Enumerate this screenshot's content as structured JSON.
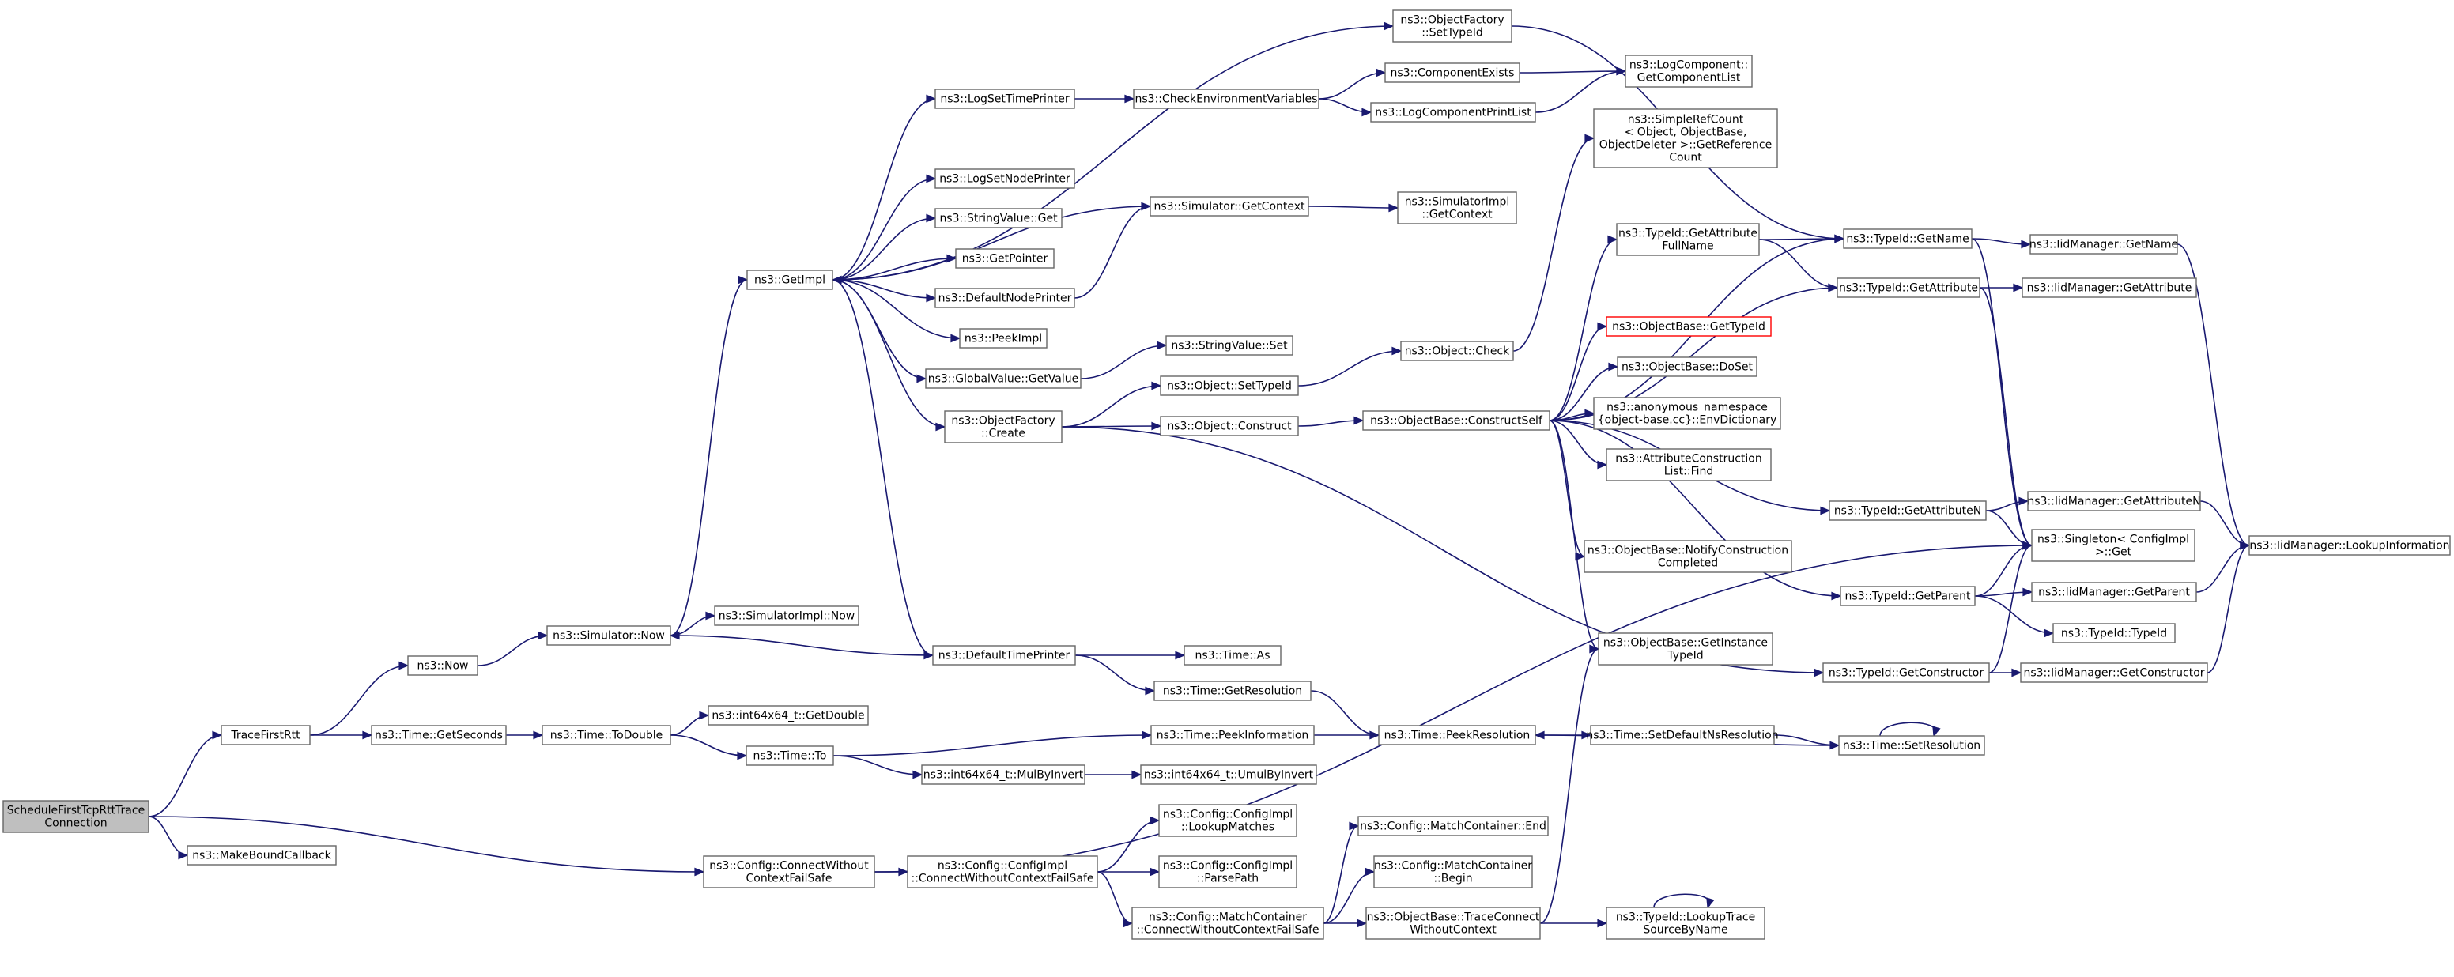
{
  "graph": {
    "title": "",
    "nodes": [
      {
        "id": "root",
        "lines": [
          "ScheduleFirstTcpRttTrace",
          "Connection"
        ],
        "root": true
      },
      {
        "id": "makebound",
        "lines": [
          "ns3::MakeBoundCallback"
        ]
      },
      {
        "id": "tracefirst",
        "lines": [
          "TraceFirstRtt"
        ]
      },
      {
        "id": "ns3now",
        "lines": [
          "ns3::Now"
        ]
      },
      {
        "id": "simnow",
        "lines": [
          "ns3::Simulator::Now"
        ]
      },
      {
        "id": "simimplnow",
        "lines": [
          "ns3::SimulatorImpl::Now"
        ]
      },
      {
        "id": "getimpl",
        "lines": [
          "ns3::GetImpl"
        ]
      },
      {
        "id": "logsettime",
        "lines": [
          "ns3::LogSetTimePrinter"
        ]
      },
      {
        "id": "logsetnode",
        "lines": [
          "ns3::LogSetNodePrinter"
        ]
      },
      {
        "id": "strvalget",
        "lines": [
          "ns3::StringValue::Get"
        ]
      },
      {
        "id": "getpointer",
        "lines": [
          "ns3::GetPointer"
        ]
      },
      {
        "id": "defnode",
        "lines": [
          "ns3::DefaultNodePrinter"
        ]
      },
      {
        "id": "peekimpl",
        "lines": [
          "ns3::PeekImpl"
        ]
      },
      {
        "id": "globalget",
        "lines": [
          "ns3::GlobalValue::GetValue"
        ]
      },
      {
        "id": "objfcreate",
        "lines": [
          "ns3::ObjectFactory",
          "::Create"
        ]
      },
      {
        "id": "deftime",
        "lines": [
          "ns3::DefaultTimePrinter"
        ]
      },
      {
        "id": "objfsettype",
        "lines": [
          "ns3::ObjectFactory",
          "::SetTypeId"
        ]
      },
      {
        "id": "checkenv",
        "lines": [
          "ns3::CheckEnvironmentVariables"
        ]
      },
      {
        "id": "compexists",
        "lines": [
          "ns3::ComponentExists"
        ]
      },
      {
        "id": "logcompprint",
        "lines": [
          "ns3::LogComponentPrintList"
        ]
      },
      {
        "id": "logcompget",
        "lines": [
          "ns3::LogComponent::",
          "GetComponentList"
        ]
      },
      {
        "id": "simgetctx",
        "lines": [
          "ns3::Simulator::GetContext"
        ]
      },
      {
        "id": "simimplgetctx",
        "lines": [
          "ns3::SimulatorImpl",
          "::GetContext"
        ]
      },
      {
        "id": "strvalset",
        "lines": [
          "ns3::StringValue::Set"
        ]
      },
      {
        "id": "objsettype",
        "lines": [
          "ns3::Object::SetTypeId"
        ]
      },
      {
        "id": "objconstruct",
        "lines": [
          "ns3::Object::Construct"
        ]
      },
      {
        "id": "objcheck",
        "lines": [
          "ns3::Object::Check"
        ]
      },
      {
        "id": "simplerefcount",
        "lines": [
          "ns3::SimpleRefCount",
          "< Object, ObjectBase,",
          "ObjectDeleter >::GetReference",
          "Count"
        ]
      },
      {
        "id": "constructself",
        "lines": [
          "ns3::ObjectBase::ConstructSelf"
        ]
      },
      {
        "id": "getattrfull",
        "lines": [
          "ns3::TypeId::GetAttribute",
          "FullName"
        ]
      },
      {
        "id": "getname",
        "lines": [
          "ns3::TypeId::GetName"
        ]
      },
      {
        "id": "iidgetname",
        "lines": [
          "ns3::IidManager::GetName"
        ]
      },
      {
        "id": "getattribute",
        "lines": [
          "ns3::TypeId::GetAttribute"
        ]
      },
      {
        "id": "iidgetattr",
        "lines": [
          "ns3::IidManager::GetAttribute"
        ]
      },
      {
        "id": "getinstancetypeid_base",
        "lines": [
          "ns3::ObjectBase::GetTypeId"
        ],
        "red": true
      },
      {
        "id": "doset",
        "lines": [
          "ns3::ObjectBase::DoSet"
        ]
      },
      {
        "id": "envdict",
        "lines": [
          "ns3::anonymous_namespace",
          "{object-base.cc}::EnvDictionary"
        ]
      },
      {
        "id": "attrconstfind",
        "lines": [
          "ns3::AttributeConstruction",
          "List::Find"
        ]
      },
      {
        "id": "getattrn",
        "lines": [
          "ns3::TypeId::GetAttributeN"
        ]
      },
      {
        "id": "iidgetattrn",
        "lines": [
          "ns3::IidManager::GetAttributeN"
        ]
      },
      {
        "id": "singleton",
        "lines": [
          "ns3::Singleton< ConfigImpl",
          " >::Get"
        ]
      },
      {
        "id": "lookupinfo",
        "lines": [
          "ns3::IidManager::LookupInformation"
        ]
      },
      {
        "id": "notifyconst",
        "lines": [
          "ns3::ObjectBase::NotifyConstruction",
          "Completed"
        ]
      },
      {
        "id": "getparent",
        "lines": [
          "ns3::TypeId::GetParent"
        ]
      },
      {
        "id": "iidgetparent",
        "lines": [
          "ns3::IidManager::GetParent"
        ]
      },
      {
        "id": "typeidtypeid",
        "lines": [
          "ns3::TypeId::TypeId"
        ]
      },
      {
        "id": "getinstancetypeid",
        "lines": [
          "ns3::ObjectBase::GetInstance",
          "TypeId"
        ]
      },
      {
        "id": "getconstructor",
        "lines": [
          "ns3::TypeId::GetConstructor"
        ]
      },
      {
        "id": "iidgetconstructor",
        "lines": [
          "ns3::IidManager::GetConstructor"
        ]
      },
      {
        "id": "timeas",
        "lines": [
          "ns3::Time::As"
        ]
      },
      {
        "id": "timegetres",
        "lines": [
          "ns3::Time::GetResolution"
        ]
      },
      {
        "id": "timegetsec",
        "lines": [
          "ns3::Time::GetSeconds"
        ]
      },
      {
        "id": "timetodouble",
        "lines": [
          "ns3::Time::ToDouble"
        ]
      },
      {
        "id": "int64getdouble",
        "lines": [
          "ns3::int64x64_t::GetDouble"
        ]
      },
      {
        "id": "timeto",
        "lines": [
          "ns3::Time::To"
        ]
      },
      {
        "id": "peekinfo",
        "lines": [
          "ns3::Time::PeekInformation"
        ]
      },
      {
        "id": "peekres",
        "lines": [
          "ns3::Time::PeekResolution"
        ]
      },
      {
        "id": "setdefns",
        "lines": [
          "ns3::Time::SetDefaultNsResolution"
        ]
      },
      {
        "id": "setres",
        "lines": [
          "ns3::Time::SetResolution"
        ]
      },
      {
        "id": "mulbyinvert",
        "lines": [
          "ns3::int64x64_t::MulByInvert"
        ]
      },
      {
        "id": "umulbyinvert",
        "lines": [
          "ns3::int64x64_t::UmulByInvert"
        ]
      },
      {
        "id": "connectwithout",
        "lines": [
          "ns3::Config::ConnectWithout",
          "ContextFailSafe"
        ]
      },
      {
        "id": "configimplconnect",
        "lines": [
          "ns3::Config::ConfigImpl",
          "::ConnectWithoutContextFailSafe"
        ]
      },
      {
        "id": "lookupmatches",
        "lines": [
          "ns3::Config::ConfigImpl",
          "::LookupMatches"
        ]
      },
      {
        "id": "parsepath",
        "lines": [
          "ns3::Config::ConfigImpl",
          "::ParsePath"
        ]
      },
      {
        "id": "matchcontconnect",
        "lines": [
          "ns3::Config::MatchContainer",
          "::ConnectWithoutContextFailSafe"
        ]
      },
      {
        "id": "matchend",
        "lines": [
          "ns3::Config::MatchContainer::End"
        ]
      },
      {
        "id": "matchbegin",
        "lines": [
          "ns3::Config::MatchContainer",
          "::Begin"
        ]
      },
      {
        "id": "traceconnect",
        "lines": [
          "ns3::ObjectBase::TraceConnect",
          "WithoutContext"
        ]
      },
      {
        "id": "lookuptrace",
        "lines": [
          "ns3::TypeId::LookupTrace",
          "SourceByName"
        ]
      }
    ]
  }
}
